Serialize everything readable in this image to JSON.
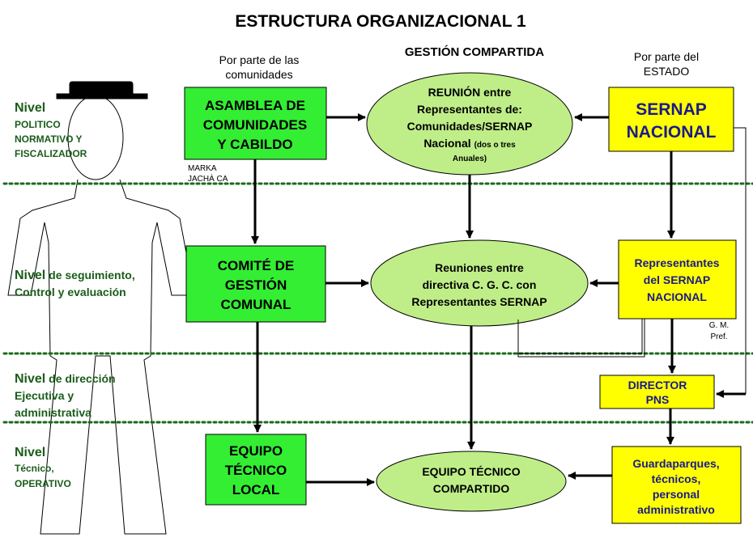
{
  "title": "ESTRUCTURA ORGANIZACIONAL  1",
  "header": {
    "center": "GESTIÓN COMPARTIDA",
    "left": [
      "Por parte de las",
      "comunidades"
    ],
    "right": [
      "Por parte del",
      "ESTADO"
    ]
  },
  "levels": {
    "l1": {
      "nivel": "Nivel",
      "l1": "POLITICO",
      "l2": "NORMATIVO Y",
      "l3": "FISCALIZADOR"
    },
    "l2": {
      "nivel": "Nivel",
      "rest1": " de seguimiento,",
      "l2": "Control y evaluación"
    },
    "l3": {
      "nivel": "Nivel",
      "rest1": " de dirección",
      "l2": "Ejecutiva y",
      "l3": "administrativa"
    },
    "l4": {
      "nivel": "Nivel",
      "l2": "Técnico,",
      "l3": "OPERATIVO"
    }
  },
  "community": {
    "asamblea": [
      "ASAMBLEA DE",
      "COMUNIDADES",
      "Y CABILDO"
    ],
    "marka": [
      "MARKA",
      "JACHÀ CA"
    ],
    "comite": [
      "COMITÉ DE",
      "GESTIÓN",
      "COMUNAL"
    ],
    "equipo": [
      "EQUIPO",
      "TÉCNICO",
      "LOCAL"
    ]
  },
  "shared": {
    "reunion": {
      "l1": "REUNIÓN entre",
      "l2": "Representantes de:",
      "l3": "Comunidades/SERNAP",
      "l4a": "Nacional ",
      "l4b": "(dos o tres",
      "l5": "Anuales)"
    },
    "reuniones": [
      "Reuniones  entre",
      "directiva C. G. C. con",
      "Representantes SERNAP"
    ],
    "equipo": [
      "EQUIPO TÉCNICO",
      "COMPARTIDO"
    ]
  },
  "state": {
    "sernap": [
      "SERNAP",
      "NACIONAL"
    ],
    "representantes": [
      "Representantes",
      "del SERNAP",
      "NACIONAL"
    ],
    "gm": [
      "G. M.",
      "Pref."
    ],
    "director": [
      "DIRECTOR",
      "PNS"
    ],
    "guardaparques": [
      "Guardaparques,",
      "técnicos,",
      "personal",
      "administrativo"
    ]
  },
  "colors": {
    "green_box": "#33ee33",
    "light_green": "#bfee88",
    "yellow": "#ffff00",
    "divider": "#1a6b1a",
    "level_text": "#1a5c1a",
    "blue_text": "#1a1a8c"
  }
}
